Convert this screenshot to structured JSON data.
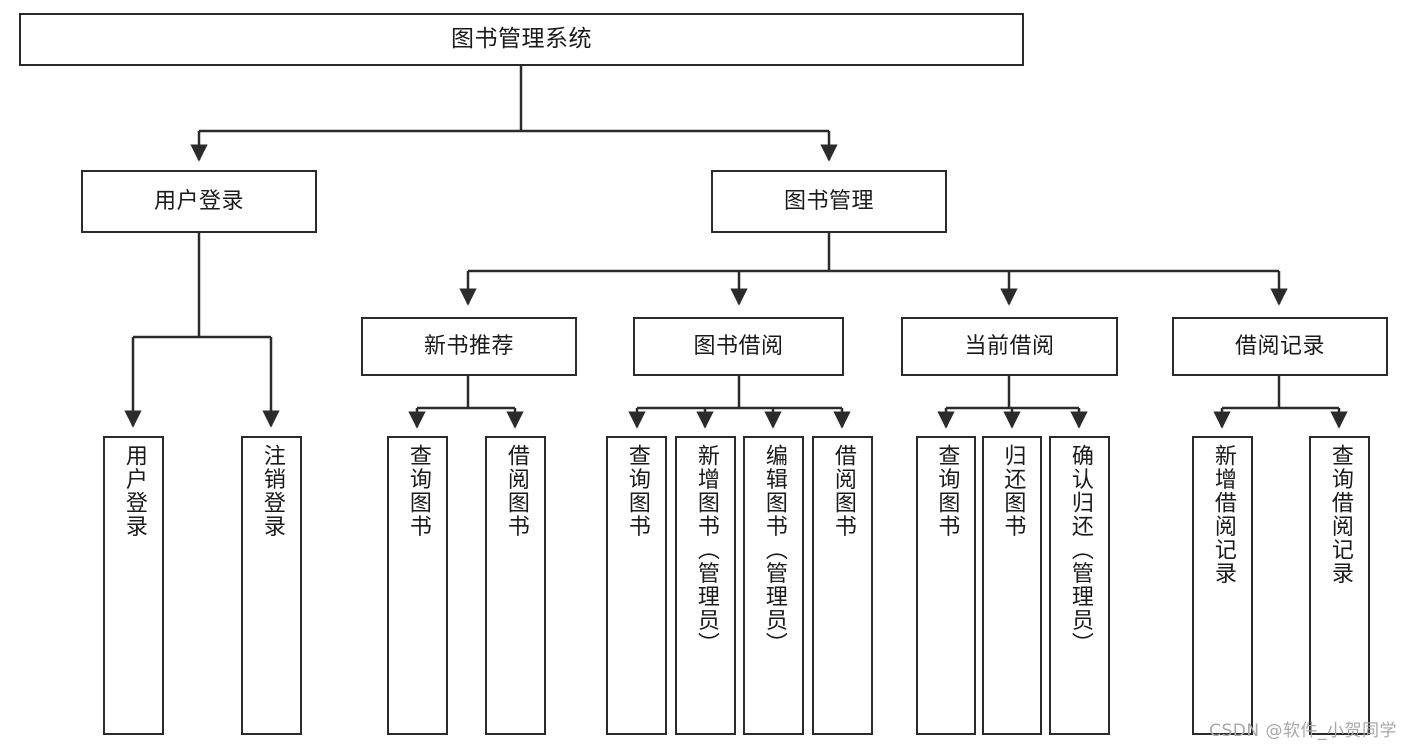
{
  "diagram": {
    "title": "图书管理系统",
    "watermark": "CSDN @软件_小贺同学",
    "style": {
      "border_color": "#2b2b2b",
      "fill_color": "#ffffff",
      "line_color": "#2b2b2b",
      "text_color": "#1a1a1a",
      "watermark_color": "#a8a8a8"
    },
    "nodes": {
      "root": {
        "label": "图书管理系统"
      },
      "level2": [
        {
          "id": "user-login",
          "label": "用户登录"
        },
        {
          "id": "book-management",
          "label": "图书管理"
        }
      ],
      "level3": [
        {
          "id": "new-book-recommend",
          "label": "新书推荐"
        },
        {
          "id": "book-borrow",
          "label": "图书借阅"
        },
        {
          "id": "current-borrow",
          "label": "当前借阅"
        },
        {
          "id": "borrow-record",
          "label": "借阅记录"
        }
      ],
      "leaves": {
        "user_login": [
          {
            "id": "leaf-user-login",
            "label": "用户登录"
          },
          {
            "id": "leaf-logout-login",
            "label": "注销登录"
          }
        ],
        "new_book_recommend": [
          {
            "id": "leaf-query-book-1",
            "label": "查询图书"
          },
          {
            "id": "leaf-borrow-book-1",
            "label": "借阅图书"
          }
        ],
        "book_borrow": [
          {
            "id": "leaf-query-book-2",
            "label": "查询图书"
          },
          {
            "id": "leaf-add-book",
            "label": "新增图书（管理员）"
          },
          {
            "id": "leaf-edit-book",
            "label": "编辑图书（管理员）"
          },
          {
            "id": "leaf-borrow-book-2",
            "label": "借阅图书"
          }
        ],
        "current_borrow": [
          {
            "id": "leaf-query-book-3",
            "label": "查询图书"
          },
          {
            "id": "leaf-return-book",
            "label": "归还图书"
          },
          {
            "id": "leaf-confirm-return",
            "label": "确认归还（管理员）"
          }
        ],
        "borrow_record": [
          {
            "id": "leaf-add-record",
            "label": "新增借阅记录"
          },
          {
            "id": "leaf-query-record",
            "label": "查询借阅记录"
          }
        ]
      }
    }
  }
}
